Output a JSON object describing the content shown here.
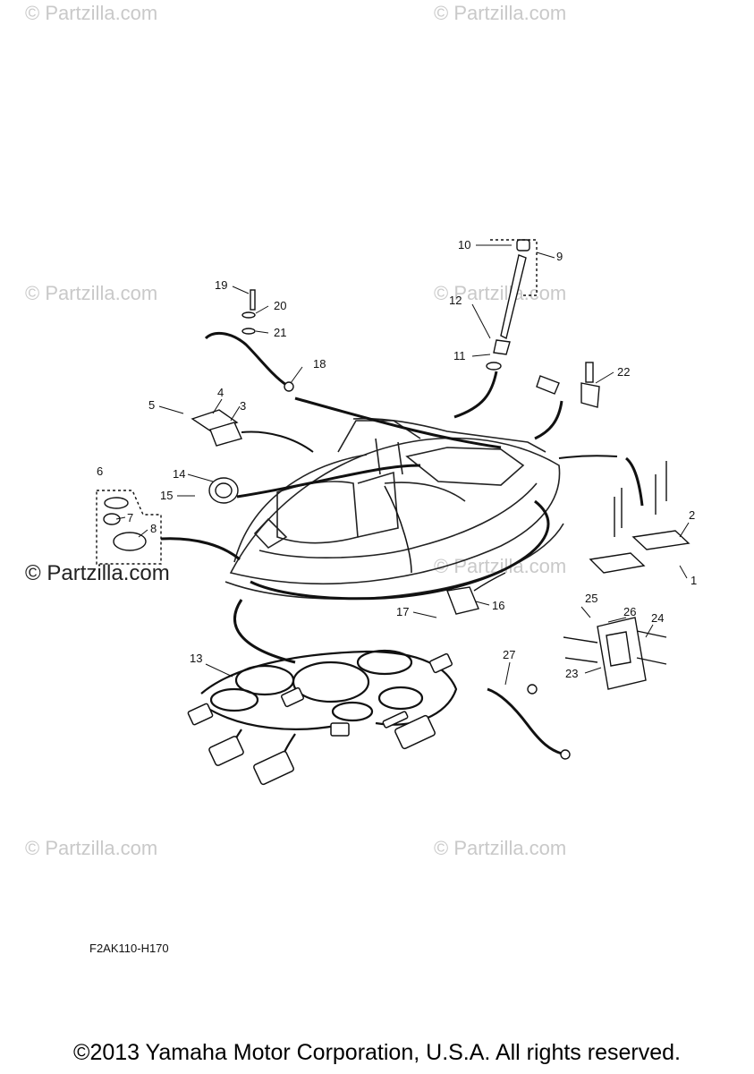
{
  "watermark": {
    "text": "© Partzilla.com",
    "strong_text": "© Partzilla.com"
  },
  "callouts": [
    "1",
    "2",
    "3",
    "4",
    "5",
    "6",
    "7",
    "8",
    "9",
    "10",
    "11",
    "12",
    "13",
    "14",
    "15",
    "16",
    "17",
    "18",
    "19",
    "20",
    "21",
    "22",
    "23",
    "24",
    "25",
    "26",
    "27"
  ],
  "diagram_code": "F2AK110-H170",
  "copyright": "©2013 Yamaha Motor Corporation, U.S.A. All rights reserved."
}
